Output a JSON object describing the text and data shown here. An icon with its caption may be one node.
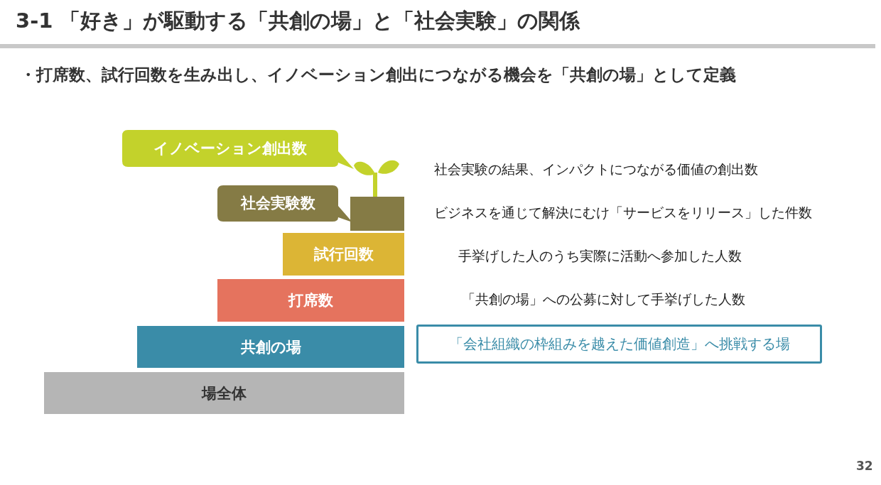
{
  "diagram": {
    "title": "3-1 「好き」が駆動する「共創の場」と「社会実験」の関係",
    "nodes": [
      {
        "text": [
          "イノベーション創出数"
        ]
      },
      {
        "text": [
          "社会実験数"
        ]
      },
      {
        "text": [],
        "shape": "box"
      },
      {
        "text": [
          "試行回数"
        ]
      },
      {
        "text": [
          "打席数"
        ]
      },
      {
        "text": [
          "共創の場"
        ]
      },
      {
        "text": [
          "場全体"
        ]
      },
      {
        "text": [
          "「会社組織の枠組みを越えた価値創造」へ挑戦する場"
        ]
      }
    ],
    "edges": [],
    "labels": [
      "・打席数、試行回数を生み出し、イノベーション創出につながる機会を「共創の場」として定義",
      "社会実験の結果、インパクトにつながる価値の創出数",
      "ビジネスを通じて解決にむけ「サービスをリリース」した件数",
      "手挙げした人のうち実際に活動へ参加した人数",
      "「共創の場」への公募に対して手挙げした人数",
      "32"
    ]
  }
}
